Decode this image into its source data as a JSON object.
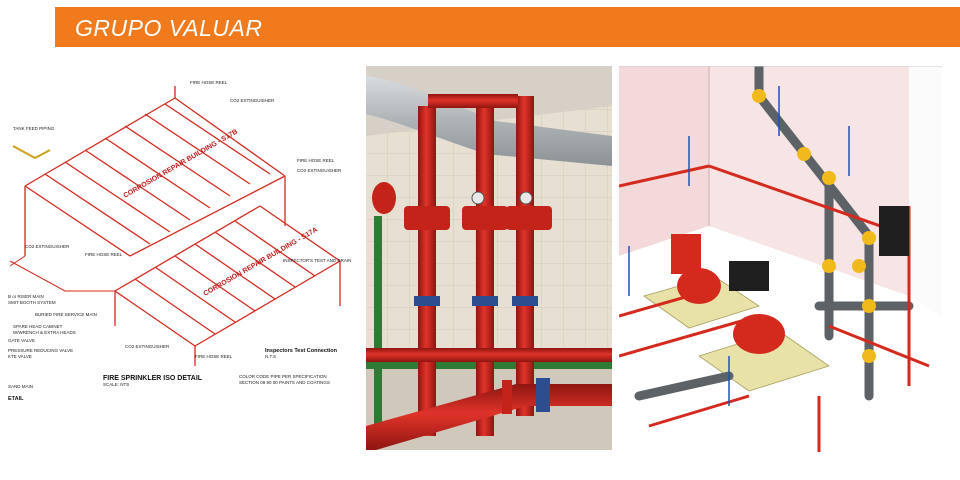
{
  "header": {
    "title": "GRUPO VALUAR",
    "color": "#f07a1c"
  },
  "iso_drawing": {
    "title": "FIRE SPRINKLER ISO DETAIL",
    "scale": "SCALE: NTS",
    "building_a": "CORROSION REPAIR BUILDING - S17A",
    "building_b": "CORROSION REPAIR BUILDING - S17B",
    "labels": {
      "fire_hose_reel_top": "FIRE HOSE REEL",
      "co2_top": "CO2 EXTINGUISHER",
      "tank_feed": "TANK FEED PIPING",
      "fire_hose_reel_right": "FIRE HOSE REEL",
      "co2_right": "CO2 EXTINGUISHER",
      "co2_left": "CO2 EXTINGUISHER",
      "fire_hose_reel_mid": "FIRE HOSE REEL",
      "inspectors_test": "INSPECTOR'S TEST AND DRAIN",
      "riser_main": "B or RISER MAIN",
      "riser_main_2": "SMIT BOOTH SYSTEM",
      "buried_main": "BURIED FIRE SERVICE MAIN",
      "spare_head": "SPARE HEAD CABINET",
      "spare_head_2": "W/WRENCH & EXTRA HEADS",
      "gate_valve": "GATE VALVE",
      "pressure_reducing": "PRESSURE REDUCING VALVE",
      "pressure_reducing_2": "KTE VALVE",
      "co2_bottom": "CO2 EXTINGUISHER",
      "fire_hose_reel_bottom": "FIRE HOSE REEL",
      "inspectors_conn": "Inspectors Test Connection",
      "inspectors_conn_scale": "N.T.S",
      "color_code": "COLOR CODE PIPE PER SPECIFICATION",
      "color_code_2": "SECTION 09 90 00 PAINTS AND COATINGS",
      "sand_main": "SAND MAIN",
      "detail": "ETAIL"
    }
  },
  "colors": {
    "pipe_red": "#d42a1e",
    "pipe_gray": "#5d6266",
    "pipe_yellow": "#f0b91c",
    "duct_silver": "#b9bdc0"
  }
}
